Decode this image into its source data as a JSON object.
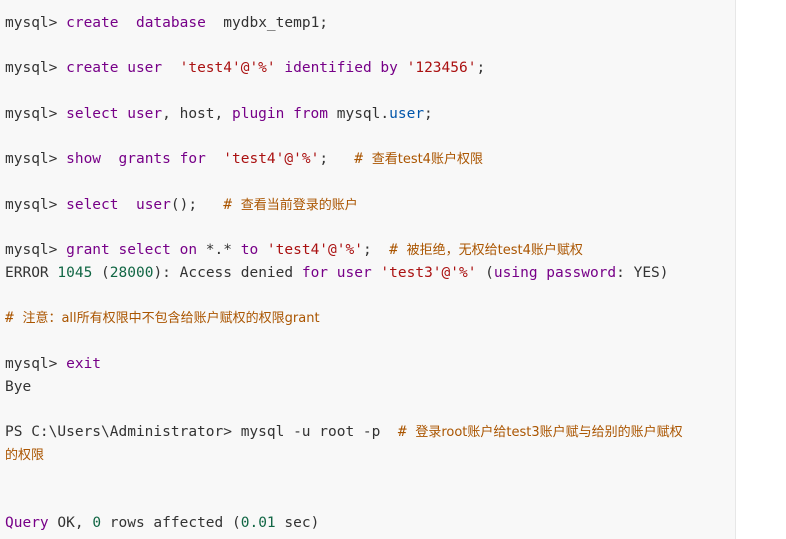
{
  "lines": [
    {
      "prompt": "mysql> ",
      "a": "create",
      "b": "database",
      "c": "mydbx_temp1;"
    },
    {
      "prompt": "mysql> ",
      "a": "create user",
      "s": "'test4'@'%'",
      "b": "identified by",
      "s2": "'123456'",
      "end": ";"
    },
    {
      "prompt": "mysql> ",
      "a": "select user",
      "p1": ", host, ",
      "a2": "plugin from",
      "p2": " mysql.",
      "v": "user",
      "end": ";"
    },
    {
      "prompt": "mysql> ",
      "a": "show",
      "b": "grants for",
      "s": "'test4'@'%'",
      "end": ";",
      "cm": "# ",
      "zh": "查看test4账户权限"
    },
    {
      "prompt": "mysql> ",
      "a": "select",
      "b": "user",
      "end": "();",
      "cm": "# ",
      "zh": "查看当前登录的账户"
    },
    {
      "prompt": "mysql> ",
      "a": "grant select on",
      "p1": " *.* ",
      "a2": "to",
      "s": "'test4'@'%'",
      "end": ";",
      "cm": "# ",
      "zh": "被拒绝，无权给test4账户赋权"
    },
    {
      "err": "ERROR ",
      "n1": "1045",
      "p1": " (",
      "n2": "28000",
      "p2": "): Access denied ",
      "a": "for user",
      "s": "'test3'@'%'",
      "p3": " (",
      "b": "using password",
      "p4": ": YES)"
    },
    {
      "cm": "# ",
      "zh": "注意：all所有权限中不包含给账户赋权的权限grant"
    },
    {
      "prompt": "mysql> ",
      "a": "exit"
    },
    {
      "text": "Bye"
    },
    {
      "ps": "PS C:\\Users\\Administrator> mysql -u root -p  ",
      "cm": "# ",
      "zh": "登录root账户给test3账户赋与给别的账户赋权"
    },
    {
      "zh": "的权限"
    },
    {
      "q": "Query",
      "p1": " OK, ",
      "n1": "0",
      "p2": " rows affected (",
      "n2": "0.01",
      "p3": " sec)"
    }
  ]
}
